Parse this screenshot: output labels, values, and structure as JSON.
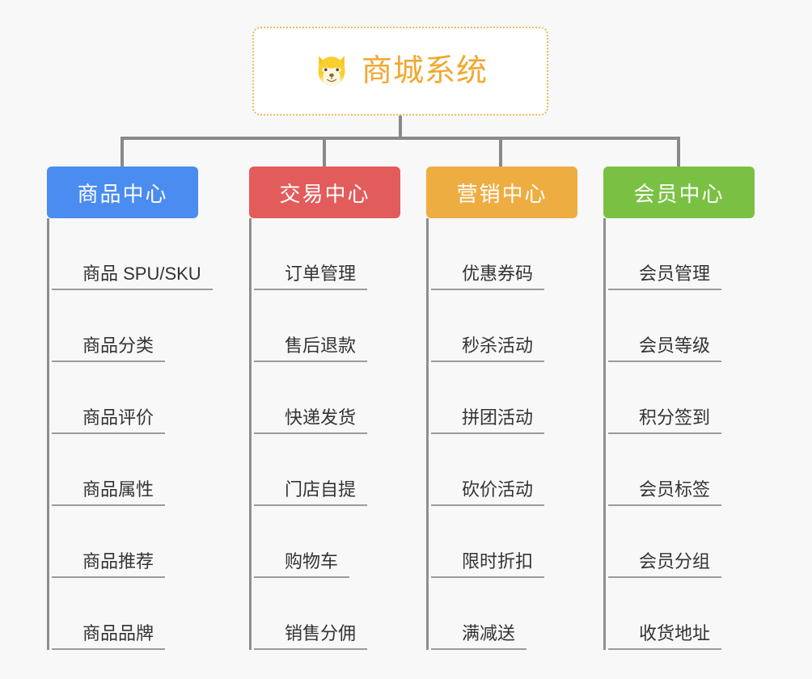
{
  "page": {
    "background_color": "#f8f8f8",
    "type": "org-chart-mindmap"
  },
  "root": {
    "title": "商城系统",
    "icon": "shiba-dog-face-icon",
    "text_color": "#f0a830",
    "border_color": "#f0b95a",
    "background_color": "#ffffff"
  },
  "connector": {
    "color": "#888a8a"
  },
  "columns": [
    {
      "header": "商品中心",
      "color": "#4a8cf0",
      "items": [
        "商品 SPU/SKU",
        "商品分类",
        "商品评价",
        "商品属性",
        "商品推荐",
        "商品品牌"
      ]
    },
    {
      "header": "交易中心",
      "color": "#e25c5c",
      "items": [
        "订单管理",
        "售后退款",
        "快递发货",
        "门店自提",
        "购物车",
        "销售分佣"
      ]
    },
    {
      "header": "营销中心",
      "color": "#eead41",
      "items": [
        "优惠券码",
        "秒杀活动",
        "拼团活动",
        "砍价活动",
        "限时折扣",
        "满减送"
      ]
    },
    {
      "header": "会员中心",
      "color": "#7ac143",
      "items": [
        "会员管理",
        "会员等级",
        "积分签到",
        "会员标签",
        "会员分组",
        "收货地址"
      ]
    }
  ]
}
